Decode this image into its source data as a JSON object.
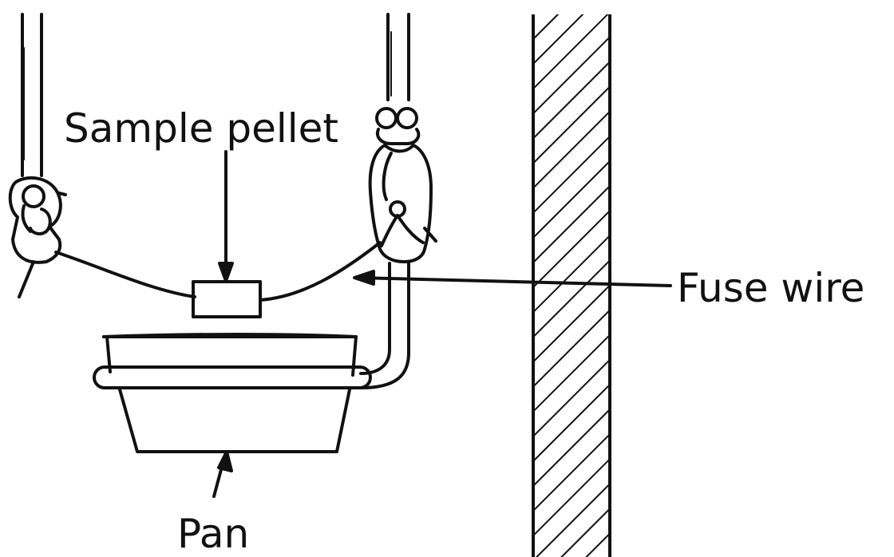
{
  "labels": {
    "sample_pellet": "Sample pellet",
    "fuse_wire": "Fuse wire",
    "pan": "Pan"
  }
}
